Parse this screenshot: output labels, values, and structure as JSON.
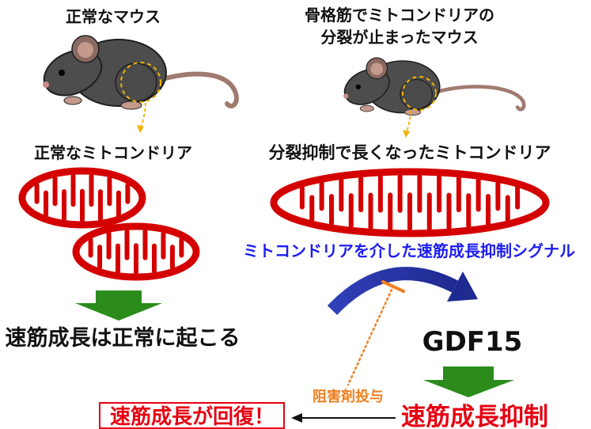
{
  "left_panel": {
    "title": "正常なマウス",
    "mito_label": "正常なミトコンドリア",
    "outcome": "速筋成長は正常に起こる"
  },
  "right_panel": {
    "title_line1": "骨格筋でミトコンドリアの",
    "title_line2": "分裂が止まったマウス",
    "mito_label": "分裂抑制で長くなったミトコンドリア",
    "signal_label": "ミトコンドリアを介した速筋成長抑制シグナル",
    "factor": "GDF15",
    "outcome": "速筋成長抑制"
  },
  "intervention": {
    "label": "阻害剤投与",
    "result": "速筋成長が回復！"
  },
  "colors": {
    "mito_red": "#d40000",
    "signal_text_blue": "#1c1cf0",
    "signal_arrow_blue": "#2b3aa8",
    "down_arrow_green": "#2b8c1c",
    "inhibitor_orange": "#f08020",
    "highlight_yellow": "#f0b400",
    "outcome_red": "#e60012",
    "mouse_body": "#4d4d4d"
  },
  "icons": {
    "mouse": "mouse-illustration",
    "mitochondrion": "mitochondrion-icon",
    "signal_arrow": "curved-arrow-icon",
    "inhibition": "inhibition-bar-icon",
    "down_arrow": "down-arrow-icon",
    "left_arrow": "left-arrow-icon"
  }
}
